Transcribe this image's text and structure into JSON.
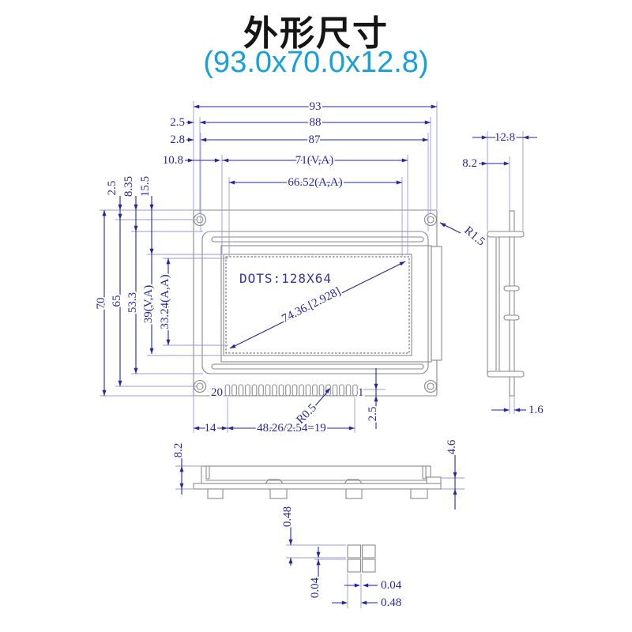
{
  "header": {
    "title": "外形尺寸",
    "subtitle": "(93.0x70.0x12.8)"
  },
  "colors": {
    "accent": "#18a0d8",
    "dimension": "#26269e",
    "outline": "#8a8a8a"
  },
  "front_view": {
    "top": {
      "total": "93",
      "holes": "88",
      "frame": "87",
      "va": "71(V,A)",
      "aa": "66.52(A,A)",
      "off1": "2.5",
      "off2": "2.8",
      "off3": "10.8"
    },
    "left": {
      "total": "70",
      "holes": "65",
      "frame": "53.3",
      "va": "39(V,A)",
      "aa": "33.24(A,A)",
      "off1": "2.5",
      "off2": "8.35",
      "off3": "15.5"
    },
    "display_text": "DOTS:128X64",
    "diagonal": "74.36 [2.928]",
    "hole_radius": "R1.5",
    "pin_first": "20",
    "pin_last": "1",
    "pin_count": 20,
    "bottom": {
      "edge": "14",
      "pitch": "48.26/2.54=19",
      "pin_radius": "R0.5",
      "pin_offset": "2.5"
    }
  },
  "side_view": {
    "thickness": "12.8",
    "frame_depth": "8.2",
    "pcb_thickness": "1.6"
  },
  "bottom_view": {
    "height": "8.2",
    "pcb_height": "4.6"
  },
  "pin_detail": {
    "pin_width": "0.48",
    "pin_gap": "0.04",
    "gap_h": "0.04",
    "width_h": "0.48"
  }
}
